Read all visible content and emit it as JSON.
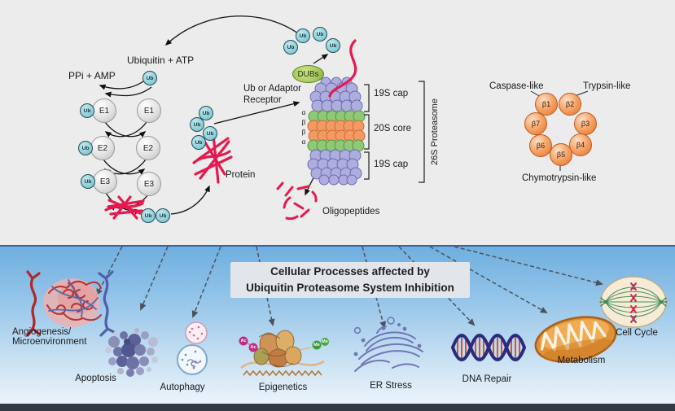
{
  "upper_panel": {
    "ubiquitin_atp": "Ubiquitin + ATP",
    "ppi_amp": "PPi + AMP",
    "ub": "Ub",
    "dubs": "DUBs",
    "adaptor_line1": "Ub or Adaptor",
    "adaptor_line2": "Receptor",
    "protein": "Protein",
    "oligopeptides": "Oligopeptides",
    "cap_top": "19S cap",
    "core": "20S core",
    "cap_bottom": "19S cap",
    "proteasome_bracket": "26S Proteasome",
    "enzymes": [
      {
        "label": "E1"
      },
      {
        "label": "E2"
      },
      {
        "label": "E3"
      }
    ],
    "core_subunits": [
      "α",
      "β",
      "β",
      "α"
    ],
    "ring": {
      "caspase": "Caspase-like",
      "trypsin": "Trypsin-like",
      "chymotrypsin": "Chymotrypsin-like",
      "subunits": [
        "β1",
        "β2",
        "β3",
        "β4",
        "β5",
        "β6",
        "β7"
      ]
    }
  },
  "lower_panel": {
    "title_line1": "Cellular Processes affected by",
    "title_line2": "Ubiquitin Proteasome System Inhibition",
    "processes": [
      {
        "id": "angiogenesis",
        "label": "Angiogenesis/",
        "label2": "Microenvironment"
      },
      {
        "id": "apoptosis",
        "label": "Apoptosis"
      },
      {
        "id": "autophagy",
        "label": "Autophagy"
      },
      {
        "id": "epigenetics",
        "label": "Epigenetics"
      },
      {
        "id": "er-stress",
        "label": "ER Stress"
      },
      {
        "id": "dna-repair",
        "label": "DNA Repair"
      },
      {
        "id": "metabolism",
        "label": "Metabolism"
      },
      {
        "id": "cell-cycle",
        "label": "Cell Cycle"
      }
    ],
    "epigenetic_marks": {
      "ac": "Ac",
      "me": "Me"
    }
  },
  "colors": {
    "upper_bg": "#ececec",
    "ubiquitin_fill": "#8fd0d8",
    "dubs_fill": "#a6c95c",
    "cap_19s_fill": "#aeaede",
    "core_alpha_fill": "#90c877",
    "core_beta_fill": "#f39a64",
    "ring_subunit_fill": "#f5a468",
    "protein_red": "#e41a4f",
    "panel_blue_top": "#6fafdf",
    "panel_blue_bottom": "#e9f2fa",
    "dashed_arrow": "#4c525c",
    "bottom_strip": "#343a44"
  }
}
